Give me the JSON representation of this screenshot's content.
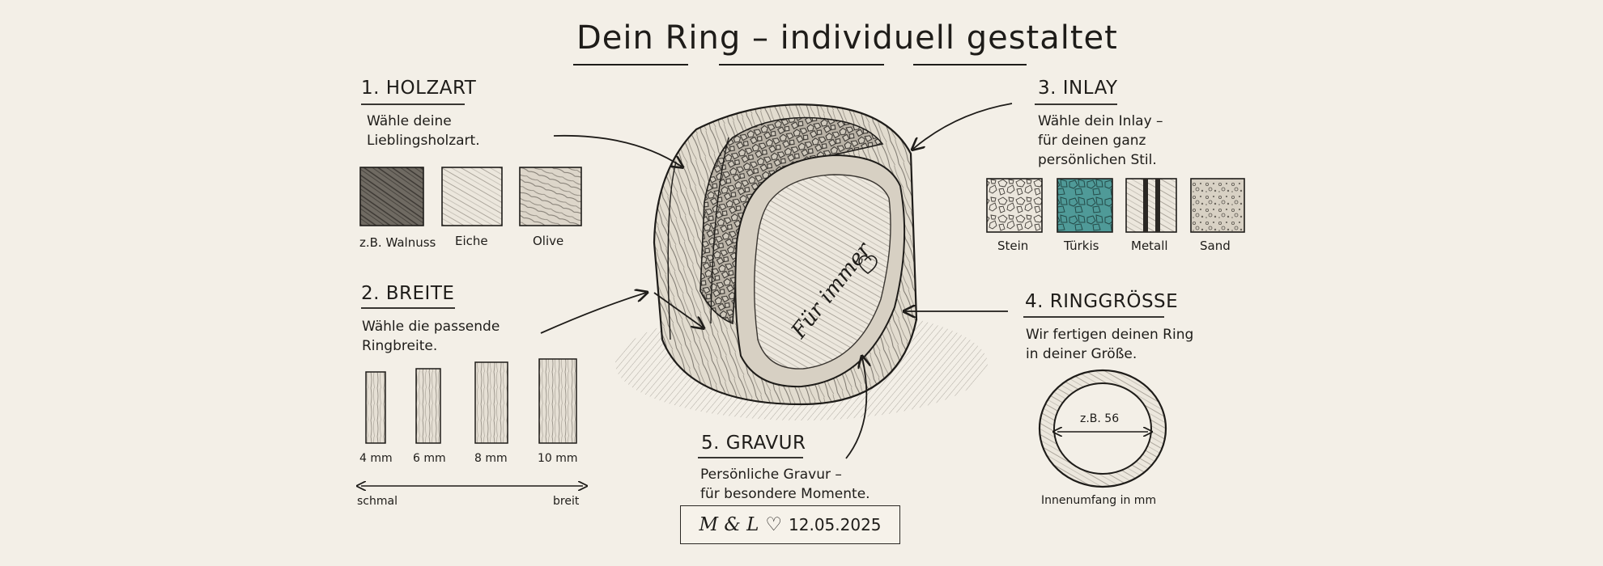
{
  "title": "Dein Ring – individuell gestaltet",
  "steps": {
    "holzart": {
      "heading": "1. HOLZART",
      "desc": "Wähle deine\nLieblingsholzart.",
      "swatches": [
        "z.B. Walnuss",
        "Eiche",
        "Olive"
      ]
    },
    "breite": {
      "heading": "2. BREITE",
      "desc": "Wähle die passende\nRingbreite.",
      "widths": [
        "4 mm",
        "6 mm",
        "8 mm",
        "10 mm"
      ],
      "scale_left": "schmal",
      "scale_right": "breit"
    },
    "inlay": {
      "heading": "3. INLAY",
      "desc": "Wähle dein Inlay –\nfür deinen ganz\npersönlichen Stil.",
      "swatches": [
        "Stein",
        "Türkis",
        "Metall",
        "Sand"
      ]
    },
    "groesse": {
      "heading": "4. RINGGRÖSSE",
      "desc": "Wir fertigen deinen Ring\nin deiner Größe.",
      "example": "z.B. 56",
      "caption": "Innenumfang in mm"
    },
    "gravur": {
      "heading": "5. GRAVUR",
      "desc": "Persönliche Gravur –\nfür besondere Momente.",
      "example_initials": "M & L",
      "example_symbol": "♡",
      "example_date": "12.05.2025"
    }
  },
  "ring": {
    "engraving": "Für immer"
  },
  "colors": {
    "ink": "#1e1c19",
    "paper": "#f3efe7",
    "turquoise": "#4f9a98"
  }
}
